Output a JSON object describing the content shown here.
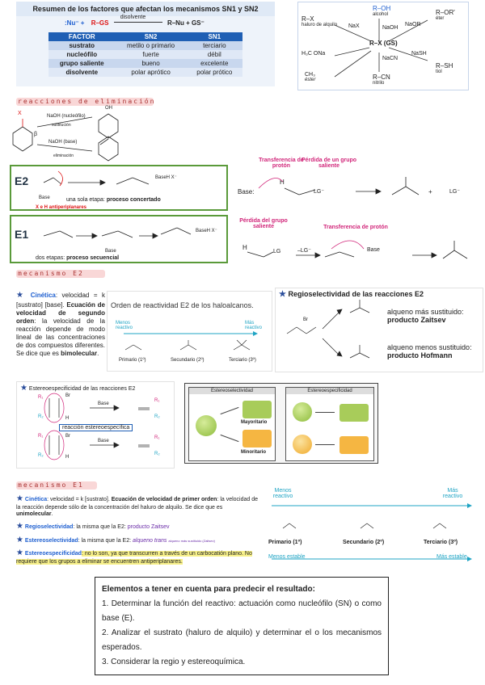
{
  "sn_table": {
    "title": "Resumen de los factores que afectan los mecanismos SN1 y SN2",
    "equation": {
      "nu": ":Nu⁻ +",
      "rgs": "R–GS",
      "arrow_label": "disolvente",
      "products": "R–Nu + GS⁻"
    },
    "headers": [
      "FACTOR",
      "SN2",
      "SN1"
    ],
    "rows": [
      [
        "sustrato",
        "metilo o primario",
        "terciario"
      ],
      [
        "nucleófilo",
        "fuerte",
        "débil"
      ],
      [
        "grupo saliente",
        "bueno",
        "excelente"
      ],
      [
        "disolvente",
        "polar aprótico",
        "polar prótico"
      ]
    ]
  },
  "sn_scheme": {
    "center": "R–X (GS)",
    "top": "R–OH",
    "top_label": "alcohol",
    "top_reagent": "NaOH",
    "left_top": "R–X",
    "left_top_label": "haluro de alquilo",
    "left_top_reagent": "NaX",
    "right_top": "R–OR'",
    "right_top_label": "éter",
    "right_top_reagent": "NaOR",
    "left_mid": "H₃C",
    "left_mid_2": "ONa",
    "right_mid_reagent": "NaSH",
    "right_mid": "R–SH",
    "right_mid_label": "tiol",
    "bottom_reagent": "NaCN",
    "bottom": "R–CN",
    "bottom_label": "nitrilo",
    "ester_label": "éster",
    "ester_group": "CH₃"
  },
  "elim_section": {
    "heading": "reacciones de eliminación",
    "reagent1": "NaOH (nucleófilo)",
    "reagent1_sub": "sustitución",
    "reagent2": "NaOH (base)",
    "reagent2_sub": "eliminación",
    "x_label": "X",
    "beta": "β",
    "oh_label": "OH"
  },
  "e2_box": {
    "label": "E2",
    "note1": "una sola etapa:",
    "note1_bold": "proceso concertado",
    "note2": "X e H antiperiplanares",
    "base": "Base",
    "product": "BaseH X⁻"
  },
  "e1_box": {
    "label": "E1",
    "note1": "dos etapas:",
    "note1_bold": "proceso secuencial",
    "base": "Base",
    "product": "BaseH X⁻"
  },
  "e2_mech": {
    "label1": "Transferencia de protón",
    "label2": "Pérdida de un grupo saliente",
    "base": "Base:",
    "lg": "LG⁻",
    "h": "H",
    "plus": "+"
  },
  "e1_mech": {
    "label1": "Pérdida del grupo saliente",
    "label2": "Transferencia de protón",
    "lg": "LG",
    "lg_minus": "–LG⁻",
    "base": "Base",
    "h": "H"
  },
  "e2_section": {
    "heading": "mecanismo E2",
    "kinetics_title": "Cinética",
    "kinetics_text": ": velocidad = k [sustrato] [base].",
    "kinetics_bold": "Ecuación de velocidad de segundo orden",
    "kinetics_rest": ": la velocidad de la reacción depende de modo lineal de las concentraciones de dos compuestos diferentes. Se dice que es",
    "kinetics_end": "bimolecular",
    "order_title": "Orden de reactividad E2 de los haloalcanos.",
    "less": "Menos reactivo",
    "more": "Más reactivo",
    "primary": "Primario (1º)",
    "secondary": "Secundario (2º)",
    "tertiary": "Terciario (3º)",
    "regio_title": "Regioselectividad de las reacciones E2",
    "zaitsev_pre": "alqueno más sustituido:",
    "zaitsev": "producto Zaitsev",
    "hofmann_pre": "alqueno menos sustituido:",
    "hofmann": "producto Hofmann",
    "br": "Br"
  },
  "stereo": {
    "title": "Estereoespecificidad de las reacciones E2",
    "base": "Base",
    "label": "reacción estereoespecífica",
    "sel_title": "Estereoselectividad",
    "spec_title": "Estereoespecificidad",
    "major": "Mayoritario",
    "minor": "Minoritario",
    "r1": "R₁",
    "r2": "R₂",
    "br": "Br",
    "h": "H"
  },
  "e1_section": {
    "heading": "mecanismo E1",
    "kin_title": "Cinética",
    "kin_text": ": velocidad = k [sustrato].",
    "kin_bold": "Ecuación de velocidad de primer orden",
    "kin_rest": ": la velocidad de la reacción depende sólo de la concentración del haluro de alquilo. Se dice que es",
    "kin_end": "unimolecular",
    "regio_title": "Regioselectividad",
    "regio_text": ": la misma que la E2:",
    "regio_product": "producto Zaitsev",
    "estsel_title": "Estereoselectividad",
    "estsel_text": ": la misma que la E2:",
    "estsel_product": "alqueno trans",
    "estsel_note": "alqueno más sustituido (Zaitsev)",
    "estesp_title": "Estereoespecificidad",
    "estesp_text": ": no lo son, ya que transcurren a través de un carbocatión plano. No requiere que los grupos a eliminar se encuentren antiperiplanares.",
    "less_reactive": "Menos reactivo",
    "more_reactive": "Más reactivo",
    "less_stable": "Menos estable",
    "more_stable": "Más estable",
    "primary": "Primario (1º)",
    "secondary": "Secundario (2º)",
    "tertiary": "Terciario (3º)"
  },
  "summary": {
    "title": "Elementos a tener en cuenta para predecir el resultado:",
    "item1": "1. Determinar la función del reactivo: actuación como nucleófilo (SN) o como base (E).",
    "item2": "2. Analizar el sustrato (haluro de alquilo) y determinar el o los mecanismos esperados.",
    "item3": "3. Considerar la regio y estereoquímica."
  }
}
